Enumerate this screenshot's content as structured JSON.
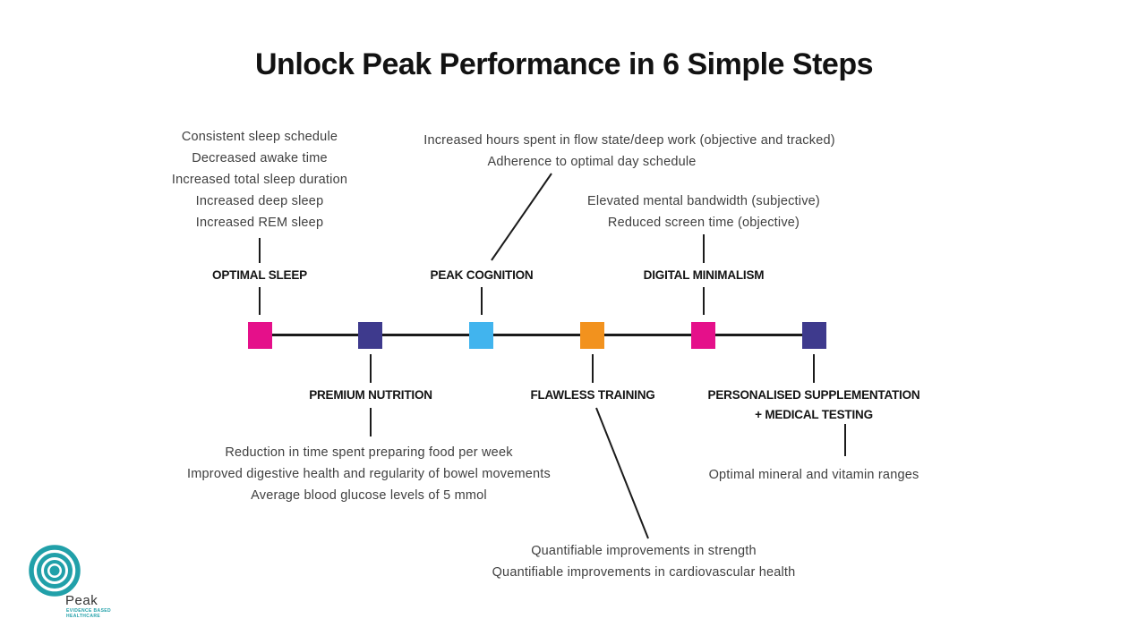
{
  "title": "Unlock Peak Performance in 6 Simple Steps",
  "steps": [
    {
      "label": "OPTIMAL SLEEP",
      "color": "#e5108a",
      "outcomes": [
        "Consistent sleep schedule",
        "Decreased awake time",
        "Increased total sleep duration",
        "Increased deep sleep",
        "Increased REM sleep"
      ]
    },
    {
      "label": "PREMIUM NUTRITION",
      "color": "#3e3a8d",
      "outcomes": [
        "Reduction in time spent preparing food per week",
        "Improved digestive health and regularity of bowel movements",
        "Average blood glucose levels of 5 mmol"
      ]
    },
    {
      "label": "PEAK COGNITION",
      "color": "#41b4ee",
      "outcomes": [
        "Increased hours spent in flow state/deep work (objective and tracked)",
        "Adherence to optimal day schedule"
      ]
    },
    {
      "label": "FLAWLESS TRAINING",
      "color": "#f2921e",
      "outcomes": [
        "Quantifiable improvements in strength",
        "Quantifiable improvements in cardiovascular health"
      ]
    },
    {
      "label": "DIGITAL MINIMALISM",
      "color": "#e5108a",
      "outcomes": [
        "Elevated mental bandwidth (subjective)",
        "Reduced screen time (objective)"
      ]
    },
    {
      "label": "PERSONALISED SUPPLEMENTATION",
      "label_line2": "+ MEDICAL TESTING",
      "color": "#3e3a8d",
      "outcomes": [
        "Optimal mineral and vitamin ranges"
      ]
    }
  ],
  "logo": {
    "name": "Peak",
    "tagline_line1": "EVIDENCE BASED",
    "tagline_line2": "HEALTHCARE",
    "color": "#21a0a9"
  }
}
